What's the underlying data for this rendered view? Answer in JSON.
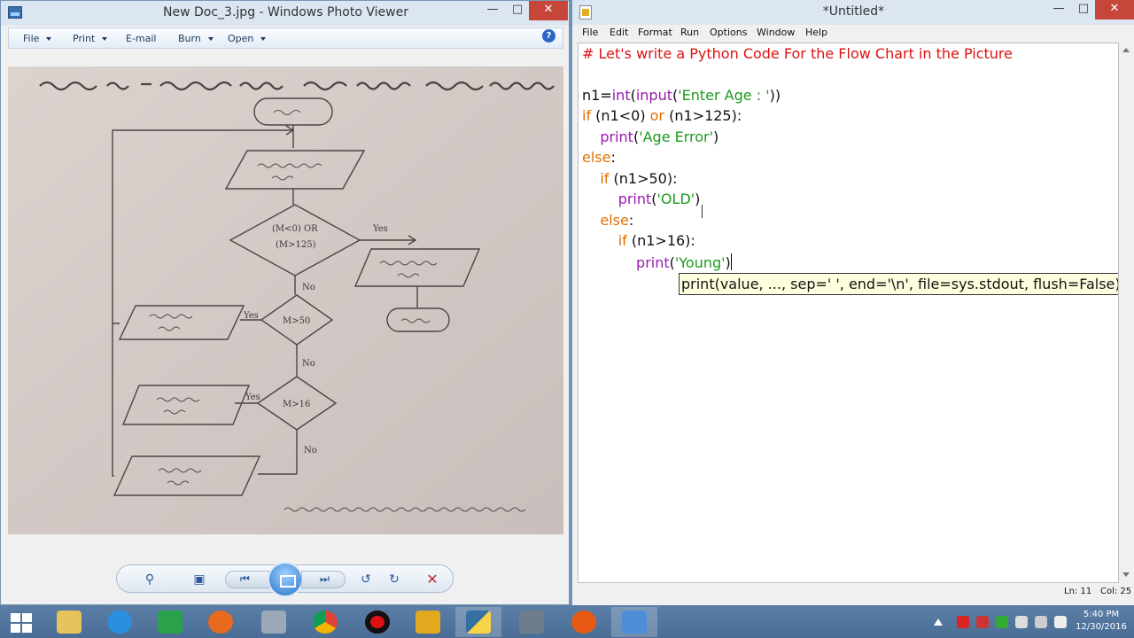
{
  "photo_viewer": {
    "title": "New Doc_3.jpg - Windows Photo Viewer",
    "menu": {
      "file": "File",
      "print": "Print",
      "email": "E-mail",
      "burn": "Burn",
      "open": "Open"
    },
    "help": "?"
  },
  "idle": {
    "title": "*Untitled*",
    "menu": [
      "File",
      "Edit",
      "Format",
      "Run",
      "Options",
      "Window",
      "Help"
    ],
    "status": {
      "ln": "Ln: 11",
      "col": "Col: 25"
    },
    "calltip": "print(value, ..., sep=' ', end='\\n', file=sys.stdout, flush=False)"
  },
  "code": {
    "comment": "# Let's write a Python Code For the Flow Chart in the Picture",
    "l3": {
      "a": "n1=",
      "b": "int",
      "c": "(",
      "d": "input",
      "e": "(",
      "f": "'Enter Age : '",
      "g": "))"
    },
    "l4": {
      "a": "if",
      "b": " (n1<0) ",
      "c": "or",
      "d": " (n1>125):"
    },
    "l5": {
      "a": "    ",
      "b": "print",
      "c": "(",
      "d": "'Age Error'",
      "e": ")"
    },
    "l6": {
      "a": "else",
      "b": ":"
    },
    "l7": {
      "a": "    ",
      "b": "if",
      "c": " (n1>50):"
    },
    "l8": {
      "a": "        ",
      "b": "print",
      "c": "(",
      "d": "'OLD'",
      "e": ")"
    },
    "l9": {
      "a": "    ",
      "b": "else",
      "c": ":"
    },
    "l10": {
      "a": "        ",
      "b": "if",
      "c": " (n1>16):"
    },
    "l11": {
      "a": "            ",
      "b": "print",
      "c": "(",
      "d": "'Young'",
      "e": ")"
    }
  },
  "flowchart": {
    "yes": "Yes",
    "no": "No",
    "cond1": [
      "(M<0) OR",
      "(M>125)"
    ],
    "cond2": "M>50",
    "cond3": "M>16"
  },
  "taskbar": {
    "time": "5:40 PM",
    "date": "12/30/2016"
  },
  "colors": {
    "keyword": "#e07000",
    "builtin": "#9a1ab0",
    "string": "#1c9a1c",
    "comment": "#dd1111"
  }
}
